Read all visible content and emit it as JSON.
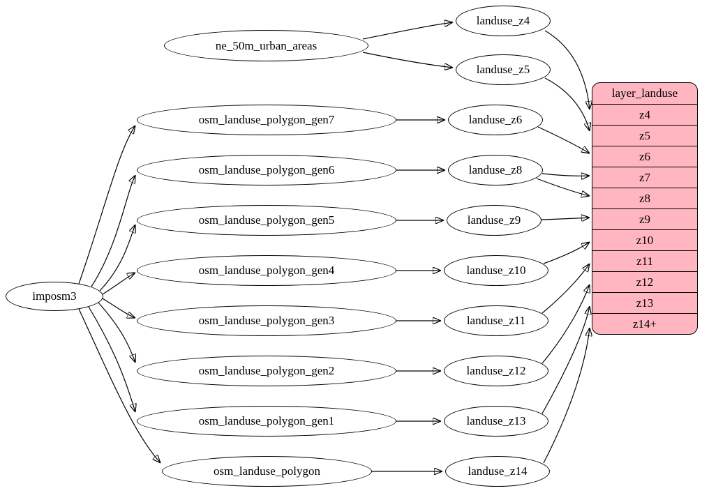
{
  "diagram": {
    "nodes": {
      "imposm3": "imposm3",
      "natural_earth": "ne_50m_urban_areas",
      "osm_tables": [
        "osm_landuse_polygon_gen7",
        "osm_landuse_polygon_gen6",
        "osm_landuse_polygon_gen5",
        "osm_landuse_polygon_gen4",
        "osm_landuse_polygon_gen3",
        "osm_landuse_polygon_gen2",
        "osm_landuse_polygon_gen1",
        "osm_landuse_polygon"
      ],
      "landuse_views": [
        "landuse_z4",
        "landuse_z5",
        "landuse_z6",
        "landuse_z8",
        "landuse_z9",
        "landuse_z10",
        "landuse_z11",
        "landuse_z12",
        "landuse_z13",
        "landuse_z14"
      ],
      "layer_record": {
        "title": "layer_landuse",
        "rows": [
          "z4",
          "z5",
          "z6",
          "z7",
          "z8",
          "z9",
          "z10",
          "z11",
          "z12",
          "z13",
          "z14+"
        ]
      }
    },
    "edges": [
      {
        "from": "imposm3",
        "to": "osm_landuse_polygon_gen7"
      },
      {
        "from": "imposm3",
        "to": "osm_landuse_polygon_gen6"
      },
      {
        "from": "imposm3",
        "to": "osm_landuse_polygon_gen5"
      },
      {
        "from": "imposm3",
        "to": "osm_landuse_polygon_gen4"
      },
      {
        "from": "imposm3",
        "to": "osm_landuse_polygon_gen3"
      },
      {
        "from": "imposm3",
        "to": "osm_landuse_polygon_gen2"
      },
      {
        "from": "imposm3",
        "to": "osm_landuse_polygon_gen1"
      },
      {
        "from": "imposm3",
        "to": "osm_landuse_polygon"
      },
      {
        "from": "ne_50m_urban_areas",
        "to": "landuse_z4"
      },
      {
        "from": "ne_50m_urban_areas",
        "to": "landuse_z5"
      },
      {
        "from": "osm_landuse_polygon_gen7",
        "to": "landuse_z6"
      },
      {
        "from": "osm_landuse_polygon_gen6",
        "to": "landuse_z8"
      },
      {
        "from": "osm_landuse_polygon_gen5",
        "to": "landuse_z9"
      },
      {
        "from": "osm_landuse_polygon_gen4",
        "to": "landuse_z10"
      },
      {
        "from": "osm_landuse_polygon_gen3",
        "to": "landuse_z11"
      },
      {
        "from": "osm_landuse_polygon_gen2",
        "to": "landuse_z12"
      },
      {
        "from": "osm_landuse_polygon_gen1",
        "to": "landuse_z13"
      },
      {
        "from": "osm_landuse_polygon",
        "to": "landuse_z14"
      },
      {
        "from": "landuse_z4",
        "to": "layer_landuse:z4"
      },
      {
        "from": "landuse_z5",
        "to": "layer_landuse:z5"
      },
      {
        "from": "landuse_z6",
        "to": "layer_landuse:z6"
      },
      {
        "from": "landuse_z8",
        "to": "layer_landuse:z7"
      },
      {
        "from": "landuse_z8",
        "to": "layer_landuse:z8"
      },
      {
        "from": "landuse_z9",
        "to": "layer_landuse:z9"
      },
      {
        "from": "landuse_z10",
        "to": "layer_landuse:z10"
      },
      {
        "from": "landuse_z11",
        "to": "layer_landuse:z11"
      },
      {
        "from": "landuse_z12",
        "to": "layer_landuse:z12"
      },
      {
        "from": "landuse_z13",
        "to": "layer_landuse:z13"
      },
      {
        "from": "landuse_z14",
        "to": "layer_landuse:z14+"
      }
    ],
    "colors": {
      "layer_fill": "#ffb6c1",
      "node_fill": "#ffffff",
      "stroke": "#000000"
    }
  }
}
